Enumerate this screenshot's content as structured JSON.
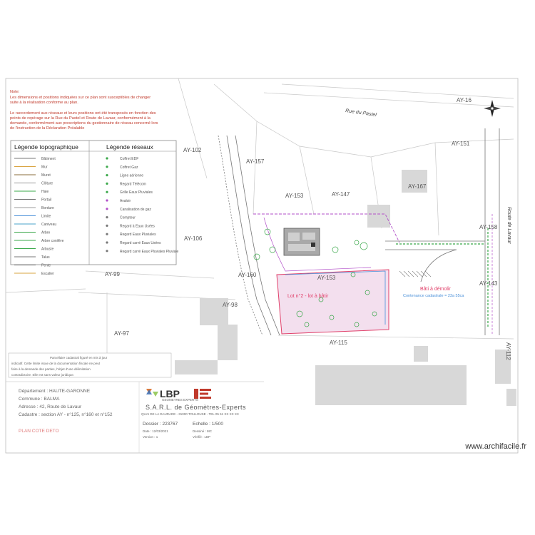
{
  "note": {
    "heading": "Note:",
    "lines": [
      "Les dimensions et positions indiquées sur ce plan sont susceptibles de changer",
      "suite à la réalisation conforme au plan.",
      "",
      "Le raccordement aux réseaux et leurs positions ont été transposés en fonction des",
      "points de repérage sur la Rue du Pastel et Route de Lavaur, conformément à la",
      "demande, conformément aux prescriptions du gestionnaire de réseau concerné lors",
      "de l'instruction de la Déclaration Préalable"
    ]
  },
  "legend_topo": {
    "title": "Légende topographique",
    "items": [
      "Bâtiment",
      "Mur",
      "Muret",
      "Clôture",
      "Haie",
      "Portail",
      "Bordure",
      "Limite",
      "Caniveau",
      "Arbre",
      "Arbre conifère",
      "Arbuste",
      "Talus",
      "Pente",
      "Escalier"
    ]
  },
  "legend_net": {
    "title": "Légende réseaux",
    "items": [
      "Coffret EDF",
      "Coffret Gaz",
      "Ligne aérienne",
      "Regard Télécom",
      "Grille Eaux Pluviales",
      "Avaloir",
      "Canalisation de gaz",
      "Compteur",
      "Regard à Eaux Usées",
      "Regard Eaux Pluviales",
      "Regard carré Eaux Usées",
      "Regard carré Eaux Pluviales Pluviale"
    ]
  },
  "parcels": [
    "AY-102",
    "AY-157",
    "AY-153",
    "AY-147",
    "AY-167",
    "AY-106",
    "AY-99",
    "AY-160",
    "AY-98",
    "AY-97",
    "AY-153",
    "AY-115",
    "AY-158",
    "AY-143",
    "AY-112",
    "AY-16",
    "AY-151"
  ],
  "roads": {
    "north": "Rue du Pastel",
    "east": "Route de Lavaur"
  },
  "lot_label": "Lot n°2 - lot à bâtir",
  "annotation": {
    "title": "Bâti à démolir",
    "subtitle": "Contenance cadastrale = 23a 55ca"
  },
  "cadastre_note": {
    "lines": [
      "Parcellaire cadastral figuré en mis à jour",
      "indicatif. Cette limite issue de la documentation fiscale ne peut",
      "faire à la demande des parties, l'objet d'une délimitation",
      "contradictoire. Elle est sans valeur juridique."
    ]
  },
  "info": {
    "departement": "Département : HAUTE-GARONNE",
    "commune": "Commune : BALMA",
    "adresse": "Adresse : 42, Route de Lavaur",
    "cadastre": "Cadastre : section AY - n°125, n°160 et n°152",
    "plan_type": "PLAN COTE DETO"
  },
  "company": {
    "logo": "LBP",
    "logo_sub": "GEOMETRES EXPERTS",
    "name": "S.A.R.L. de Géomètres-Experts",
    "address": "QUAI DE LA DAURADE - 31000 TOULOUSE - TEL 05 61 XX XX XX",
    "dossier": "Dossier : 223767",
    "echelle": "Echelle : 1/500",
    "date": "Date : 12/03/2021",
    "dessine": "Dessiné : MC",
    "verifie": "Vérifié : LBP",
    "version": "Version : 1"
  },
  "watermark": "www.archifacile.fr",
  "colors": {
    "note": "#c0392b",
    "pink_zone": "#f3dfee",
    "network": "#b24fc9",
    "lot": "#e0406a",
    "blue": "#4a90d9",
    "green": "#3aa84a",
    "building": "#888888"
  }
}
